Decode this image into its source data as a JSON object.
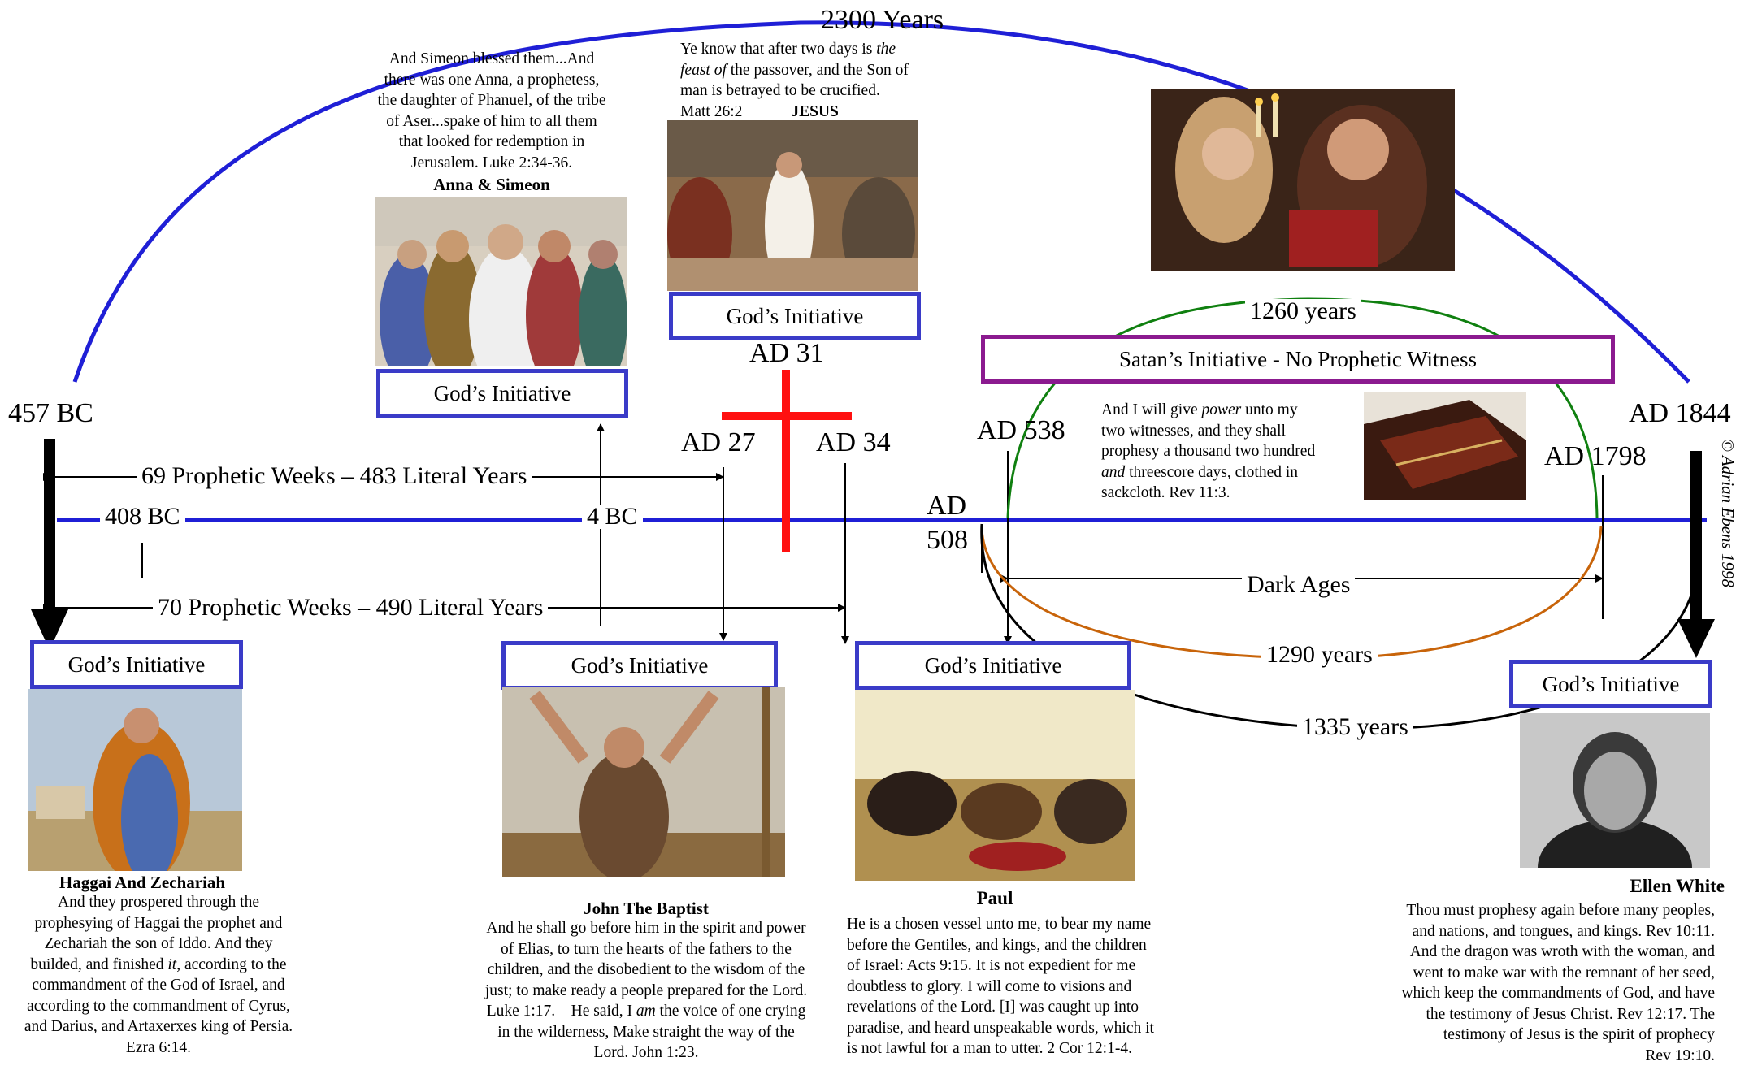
{
  "arc_label": "2300 Years",
  "dates": {
    "bc457": "457 BC",
    "bc408": "408 BC",
    "bc4": "4 BC",
    "ad27": "AD 27",
    "ad31": "AD 31",
    "ad34": "AD 34",
    "ad508_a": "AD",
    "ad508_b": "508",
    "ad538": "AD 538",
    "ad1798": "AD 1798",
    "ad1844": "AD 1844"
  },
  "spans": {
    "weeks69": "69 Prophetic Weeks – 483 Literal Years",
    "weeks70": "70 Prophetic Weeks – 490 Literal Years",
    "dark_ages": "Dark Ages",
    "y1260": "1260 years",
    "y1290": "1290 years",
    "y1335": "1335 years"
  },
  "boxes": {
    "gods_initiative": "God’s Initiative",
    "satans_initiative": "Satan’s Initiative - No Prophetic Witness"
  },
  "anna": {
    "quote": [
      "And Simeon blessed them...And",
      "there was one Anna, a prophetess,",
      "the daughter of Phanuel, of the tribe",
      "of Aser...spake of him to all them",
      "that looked for redemption in",
      "Jerusalem. Luke 2:34-36."
    ],
    "name": "Anna & Simeon"
  },
  "jesus": {
    "quote_1": "Ye know that after two days is ",
    "quote_1_i": "the",
    "quote_2_i": "feast of",
    "quote_2": " the passover, and the Son of",
    "quote_3": "man is betrayed to be crucified.",
    "ref": "Matt 26:2",
    "name": "JESUS"
  },
  "witnesses": {
    "l1": "And I will give ",
    "l1_i": "power",
    "l1_b": " unto my",
    "l2": "two witnesses, and they shall",
    "l3": "prophesy a thousand two hundred",
    "l4_i": "and",
    "l4": " threescore days, clothed in",
    "l5": "sackcloth. Rev 11:3."
  },
  "haggai": {
    "name": "Haggai And Zechariah",
    "l1": "And they prospered through the",
    "l2": "prophesying of Haggai the prophet and",
    "l3": "Zechariah the son of Iddo. And they",
    "l4a": "builded, and finished ",
    "l4i": "it",
    "l4b": ", according to the",
    "l5": "commandment of the God of Israel, and",
    "l6": "according to the commandment of Cyrus,",
    "l7": "and Darius, and Artaxerxes king of Persia.",
    "l8": "Ezra 6:14."
  },
  "john": {
    "name": "John The Baptist",
    "l1": "And he shall go before him in the spirit and power",
    "l2": "of Elias, to turn the hearts of the fathers to the",
    "l3": "children, and the disobedient to the wisdom of the",
    "l4": "just; to make ready a people prepared for the Lord.",
    "l5a": "Luke 1:17.    He said, I ",
    "l5i": "am",
    "l5b": " the voice of one crying",
    "l6": "in the wilderness, Make straight the way of the",
    "l7": "Lord. John 1:23."
  },
  "paul": {
    "name": "Paul",
    "lines": [
      "He is a chosen vessel unto me, to bear my name",
      "before the Gentiles, and kings, and the children",
      "of Israel: Acts 9:15. It is not expedient for me",
      "doubtless to glory. I will come to visions and",
      "revelations of the Lord. [I] was caught up into",
      "paradise, and heard unspeakable words, which it",
      "is not lawful for a man to utter. 2 Cor 12:1-4."
    ]
  },
  "ellen": {
    "name": "Ellen White",
    "lines": [
      "Thou must prophesy again before many peoples,",
      "and nations, and tongues, and kings. Rev 10:11.",
      "And the dragon was wroth with the woman, and",
      "went to make war with the remnant of her seed,",
      "which keep the commandments of God, and have",
      "the testimony of Jesus Christ. Rev 12:17. The",
      "testimony of Jesus is the spirit of prophecy",
      "Rev 19:10."
    ]
  },
  "copyright": "© Adrian Ebens 1998",
  "colors": {
    "timeline_blue": "#1f1fd6",
    "box_blue": "#3a3bc8",
    "box_purple": "#8b1a8f",
    "cross_red": "#ff1010",
    "arc_green": "#108010",
    "arc_orange": "#c8640a"
  }
}
